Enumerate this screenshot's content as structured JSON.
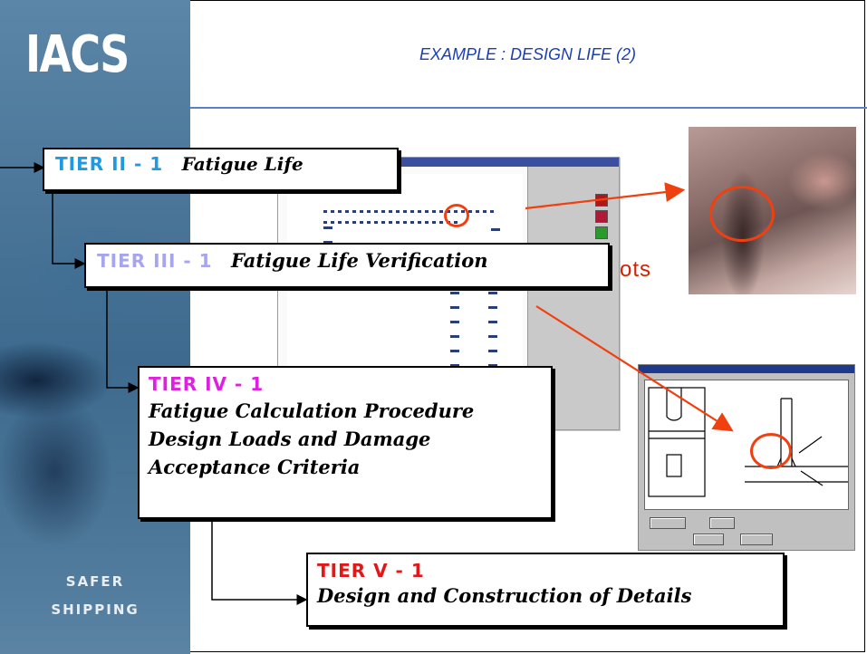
{
  "logo": {
    "text": "IACS",
    "tagline_1": "SAFER",
    "tagline_2": "SHIPPING"
  },
  "slide": {
    "title": "EXAMPLE : DESIGN LIFE (2)"
  },
  "stray_text": "ots",
  "tiers": [
    {
      "label": "TIER II - 1",
      "lines": [
        "Fatigue Life"
      ]
    },
    {
      "label": "TIER III - 1",
      "lines": [
        "Fatigue Life Verification"
      ]
    },
    {
      "label": "TIER IV - 1",
      "lines": [
        "Fatigue Calculation Procedure",
        "Design Loads and Damage",
        "Acceptance Criteria"
      ]
    },
    {
      "label": "TIER V - 1",
      "lines": [
        "Design and Construction of Details"
      ]
    }
  ],
  "colors": {
    "tier2": "#1e9ae0",
    "tier3": "#a6a6ee",
    "tier4": "#e020e0",
    "tier5": "#e01818",
    "arrow": "#f04010",
    "title": "#1a3fb0"
  }
}
